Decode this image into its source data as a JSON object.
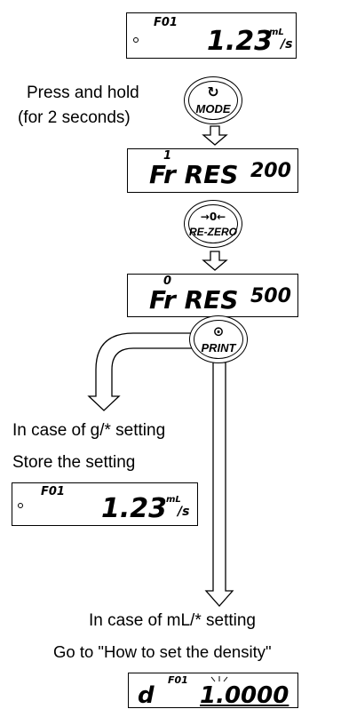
{
  "displays": {
    "d1": {
      "mode": "F01",
      "value": "1.23",
      "unit_top": "mL",
      "unit_bottom": "/s"
    },
    "d2": {
      "index": "1",
      "name": "Fr RES",
      "value": "200"
    },
    "d3": {
      "index": "0",
      "name": "Fr RES",
      "value": "500"
    },
    "d4": {
      "mode": "F01",
      "value": "1.23",
      "unit_top": "mL",
      "unit_bottom": "/s"
    },
    "d5": {
      "mode": "F01",
      "prefix": "d",
      "value": "1.0000"
    }
  },
  "buttons": {
    "mode": {
      "icon": "↻",
      "label": "MODE"
    },
    "rezero": {
      "icon": "→0←",
      "label": "RE-ZERO"
    },
    "print": {
      "icon": "⊙",
      "label": "PRINT"
    }
  },
  "text": {
    "press_hold_1": "Press and hold",
    "press_hold_2": "(for 2 seconds)",
    "case_g": "In case of g/* setting",
    "store": "Store the setting",
    "case_ml": "In case of mL/* setting",
    "goto": "Go to \"How to set the density\""
  },
  "icons": [
    "rotate-icon",
    "zero-arrows-icon",
    "print-icon",
    "down-arrow-icon",
    "bent-arrow-icon",
    "blink-marks-icon"
  ]
}
